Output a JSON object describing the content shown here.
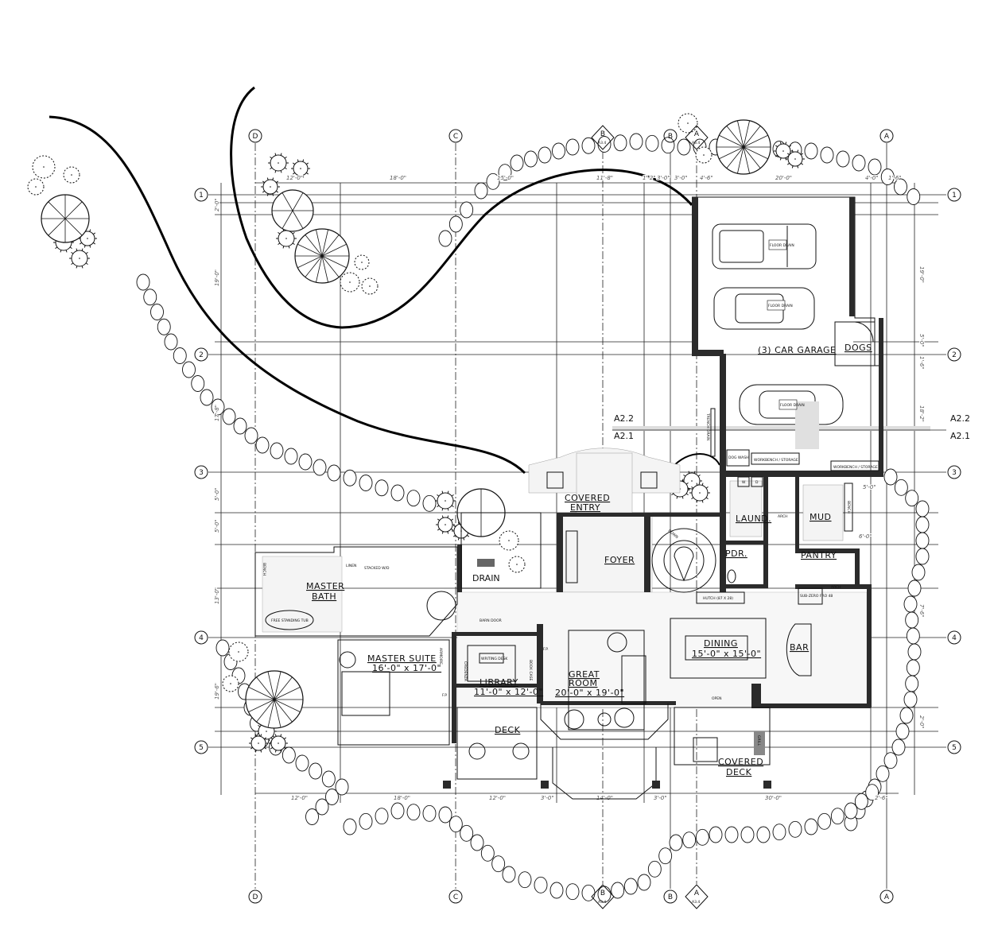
{
  "grid": {
    "columns": [
      "D",
      "C",
      "B",
      "B",
      "A",
      "A"
    ],
    "rows": [
      "1",
      "2",
      "3",
      "4",
      "5"
    ],
    "section_tag": "A3.4"
  },
  "dimensions": {
    "top": [
      "12'-0\"",
      "18'-0\"",
      "15'-0\"",
      "11'-8\"",
      "1'-2\"",
      "3'-0\"",
      "3'-0\"",
      "4'-6\"",
      "20'-0\"",
      "4'-0\"",
      "1'-6\""
    ],
    "bottom": [
      "12'-0\"",
      "18'-0\"",
      "12'-0\"",
      "3'-0\"",
      "14'-0\"",
      "3'-0\"",
      "30'-0\"",
      "2'-6\""
    ],
    "left": [
      "2'-0\"",
      "19'-0\"",
      "17'-8\"",
      "5'-0\"",
      "5'-0\"",
      "13'-0\"",
      "19'-6\""
    ],
    "right": [
      "19'-0\"",
      "5'-0\"",
      "1'-6\"",
      "18'-2\"",
      "5'-0\"",
      "6'-0\"",
      "7'-6\"",
      "2'-0\""
    ]
  },
  "section_lines": {
    "upper": "A2.2",
    "lower": "A2.1"
  },
  "rooms": {
    "garage": "(3) CAR GARAGE",
    "dogs": "DOGS",
    "covered_entry_1": "COVERED",
    "covered_entry_2": "ENTRY",
    "foyer": "FOYER",
    "laundry": "LAUND.",
    "mud": "MUD",
    "powder": "PDR.",
    "pantry": "PANTRY",
    "dining": "DINING",
    "dining_size": "15'-0\" x 15'-0\"",
    "bar": "BAR",
    "great_room_1": "GREAT",
    "great_room_2": "ROOM",
    "great_room_size": "20'-0\" x 19'-0\"",
    "library": "LIBRARY",
    "library_size": "11'-0\" x 12'-0\"",
    "master_suite": "MASTER SUITE",
    "master_suite_size": "16'-0\" x 17'-0\"",
    "master_bath_1": "MASTER",
    "master_bath_2": "BATH",
    "deck": "DECK",
    "covered_deck_1": "COVERED",
    "covered_deck_2": "DECK",
    "drain": "DRAIN"
  },
  "notes": {
    "floor_drain": "FLOOR DRAIN",
    "trench_drain": "TRENCH DRAIN",
    "dog_wash": "DOG WASH",
    "workbench": "WORKBENCH / STORAGE",
    "bench": "BENCH",
    "linen": "LINEN",
    "stacked_wd": "STACKED W/D",
    "tub": "FREE STANDING TUB",
    "barn_door": "BARN DOOR",
    "writing_desk": "WRITING DESK",
    "book_case": "BOOK CASE",
    "credenza": "CREDENZA",
    "armoire": "ARMOIRE",
    "fp": "F.P.",
    "hutch": "HUTCH (87 X 28)",
    "subzero": "SUB-ZERO FRO 48",
    "open": "OPEN",
    "grill": "GRILL",
    "washer": "W",
    "dryer": "D",
    "arch": "ARCH",
    "down": "DOWN"
  }
}
